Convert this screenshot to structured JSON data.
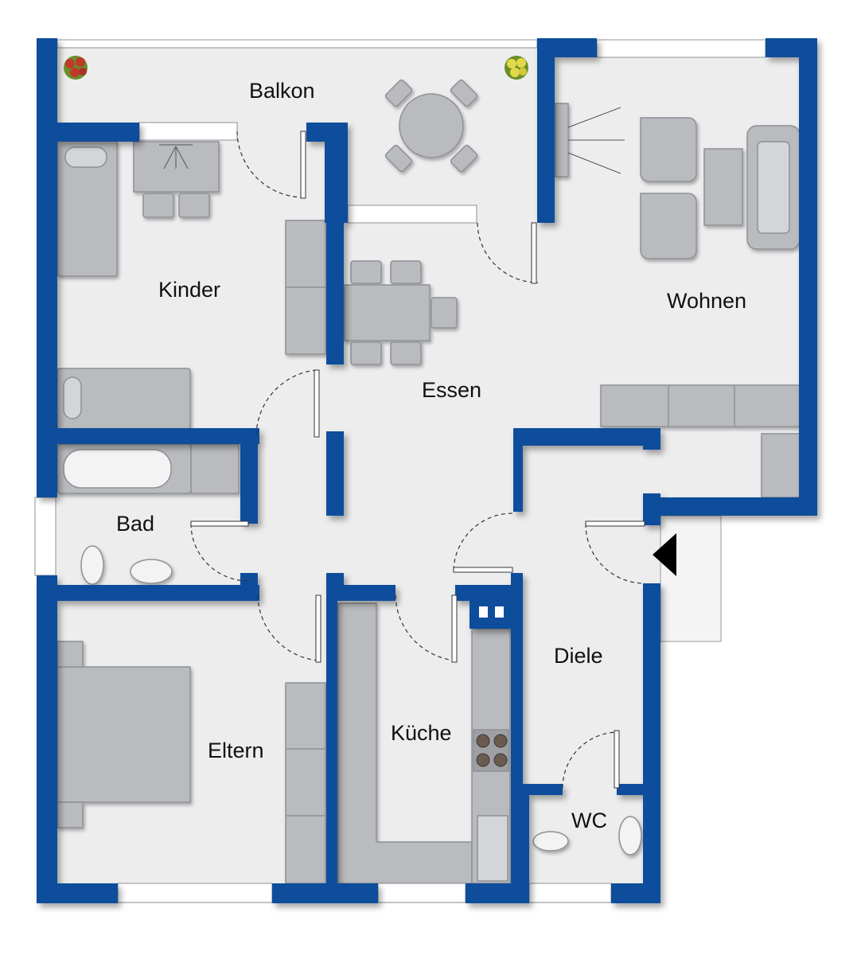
{
  "rooms": {
    "balkon": "Balkon",
    "kinder": "Kinder",
    "wohnen": "Wohnen",
    "essen": "Essen",
    "bad": "Bad",
    "diele": "Diele",
    "kueche": "Küche",
    "eltern": "Eltern",
    "wc": "WC"
  },
  "colors": {
    "wall": "#0a4d9c",
    "floor": "#ededee",
    "furniture": "#b9bbbe",
    "furniture_edge": "#8e9196",
    "window": "#ffffff",
    "entrance_marker": "#000000"
  },
  "icons": {
    "plants": "flower-pot-icon",
    "entrance": "entrance-arrow-icon"
  }
}
